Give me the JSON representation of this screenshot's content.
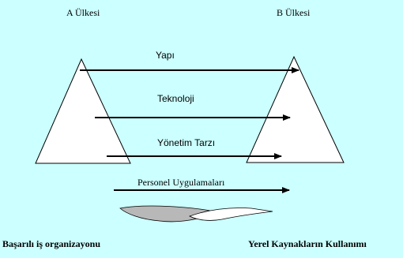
{
  "countries": {
    "left": "A Ülkesi",
    "right": "B Ülkesi"
  },
  "flows": [
    {
      "label": "Yapı"
    },
    {
      "label": "Teknoloji"
    },
    {
      "label": "Yönetim Tarzı"
    },
    {
      "label": "Personel Uygulamaları"
    }
  ],
  "footer": {
    "left": "Başarılı iş organizayonu",
    "right": "Yerel Kaynakların Kullanımı"
  },
  "colors": {
    "background": "#ccffff",
    "triangle_fill": "#ffffff",
    "stroke": "#000000",
    "swoosh_dark": "#b8b8b8",
    "swoosh_light": "#ffffff"
  }
}
